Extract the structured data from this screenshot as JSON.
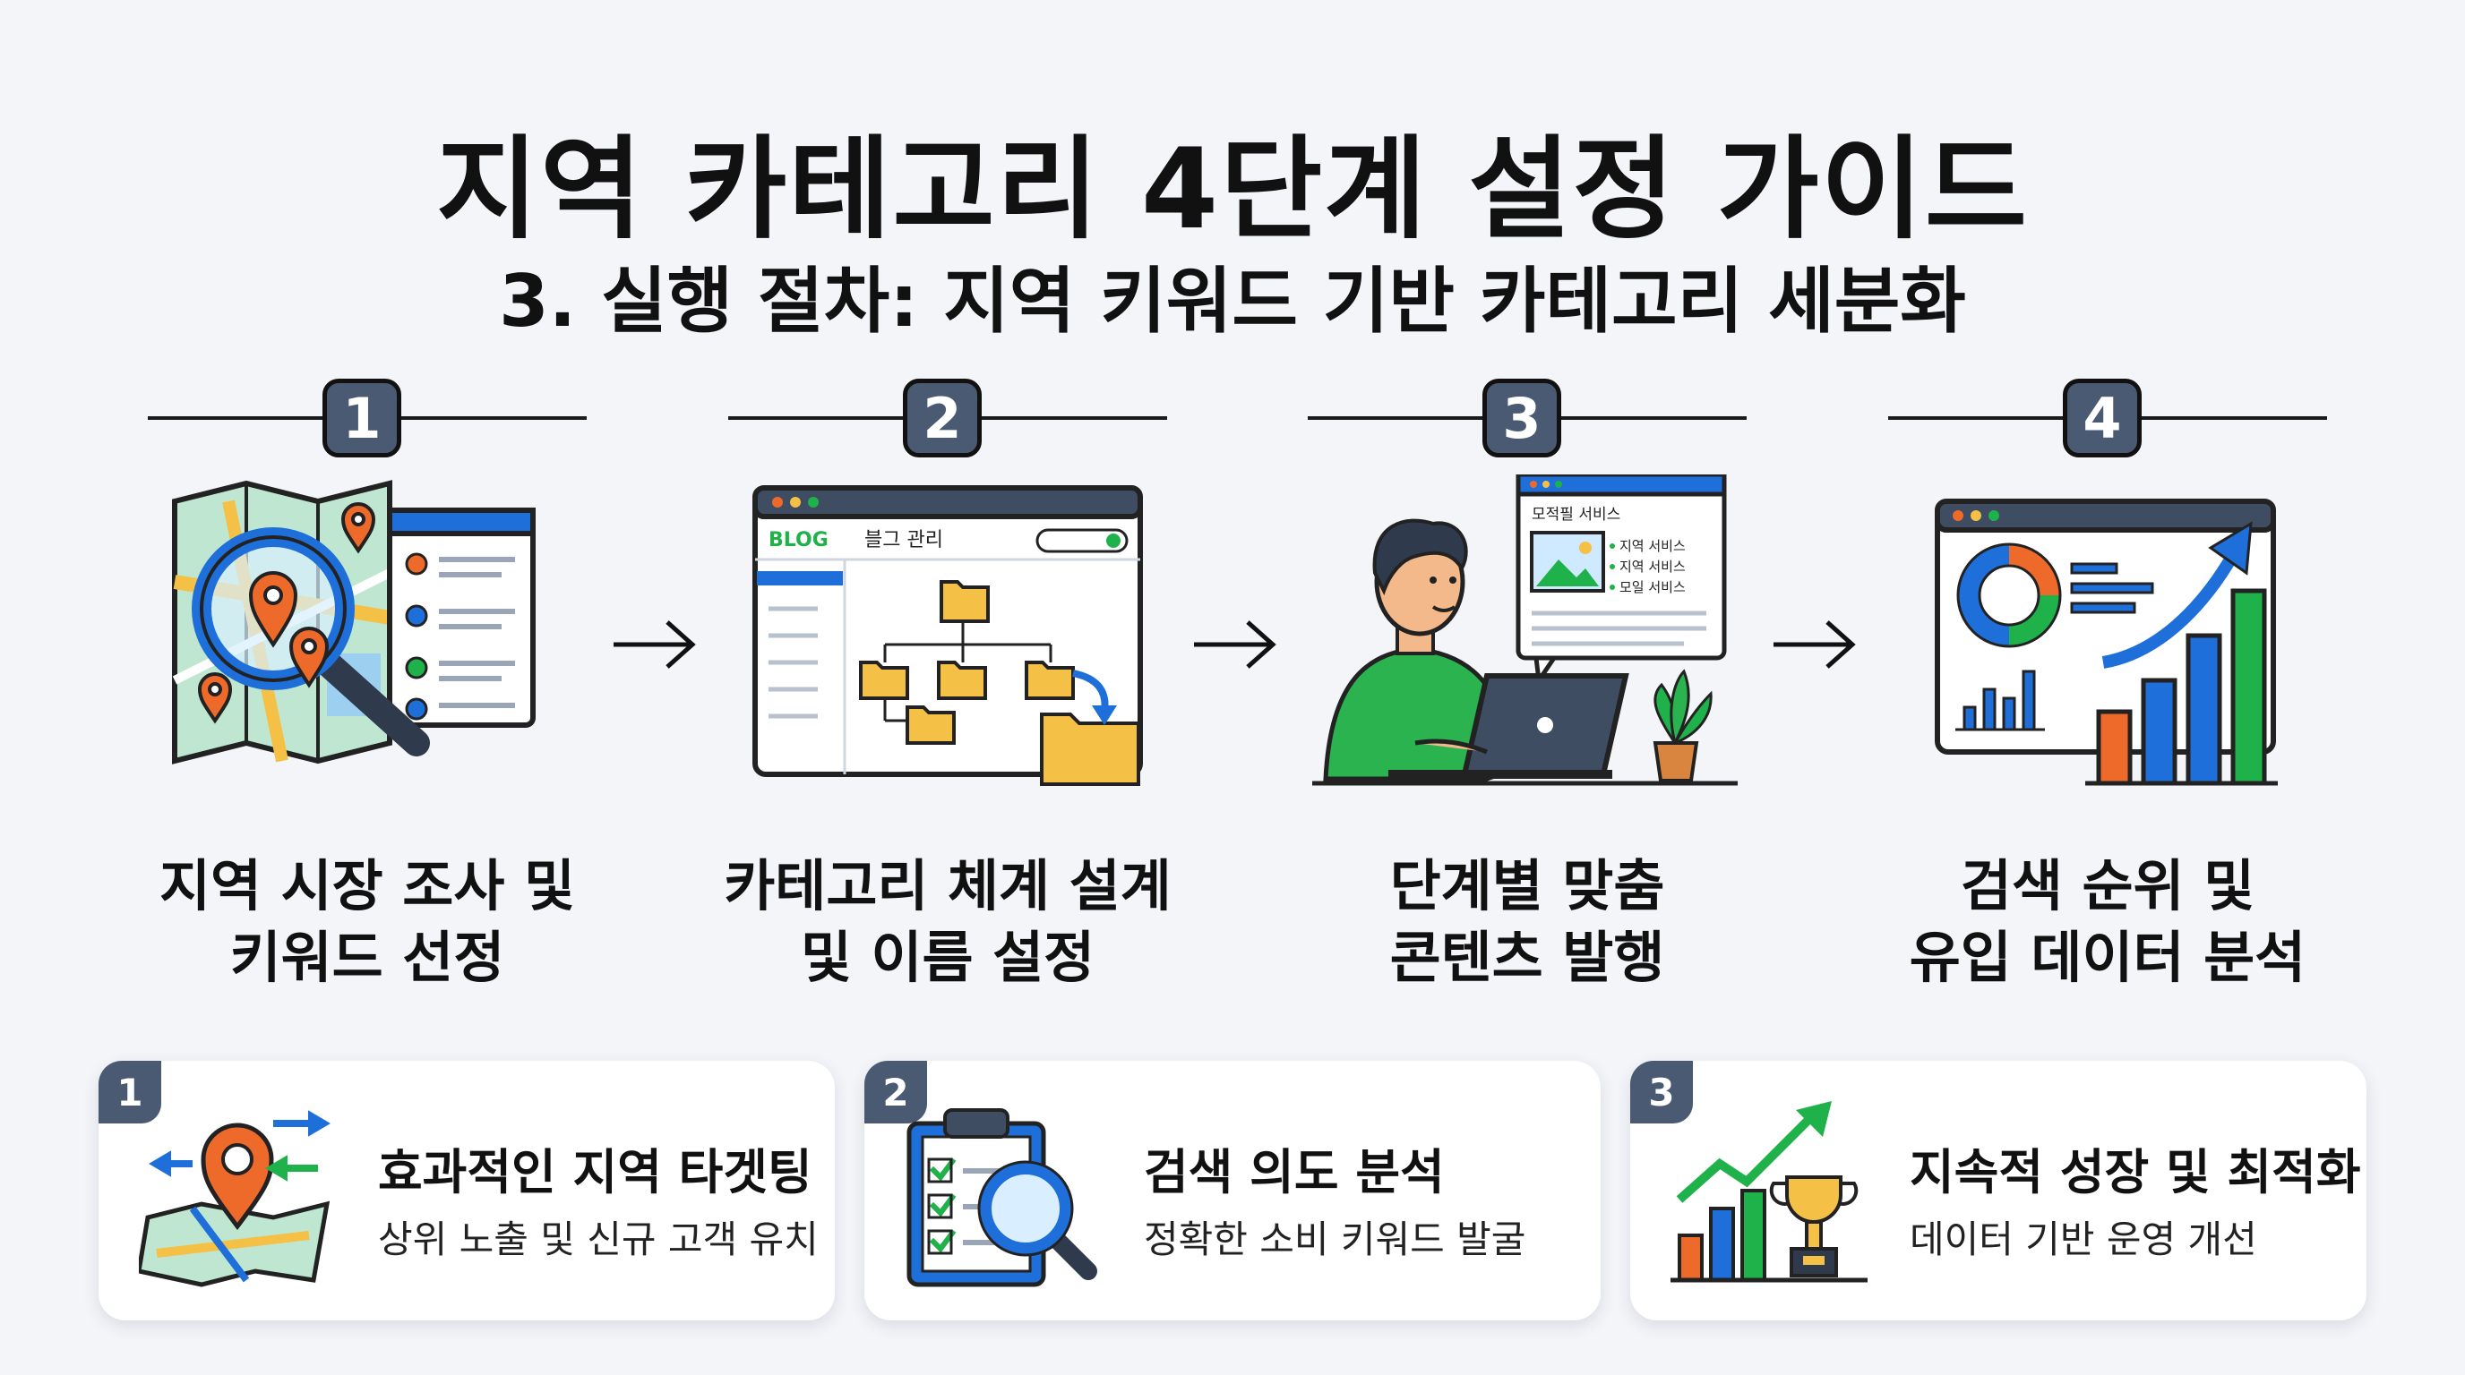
{
  "title": "지역 카테고리 4단계 설정 가이드",
  "subtitle": "3. 실행 절차: 지역 키워드 기반 카테고리 세분화",
  "steps": [
    {
      "number": "1",
      "label_line1": "지역 시장 조사 및",
      "label_line2": "키워드 선정"
    },
    {
      "number": "2",
      "label_line1": "카테고리 체계 설계",
      "label_line2": "및 이름 설정"
    },
    {
      "number": "3",
      "label_line1": "단계별 맞춤",
      "label_line2": "콘텐츠 발행"
    },
    {
      "number": "4",
      "label_line1": "검색 순위 및",
      "label_line2": "유입 데이터 분석"
    }
  ],
  "blog_mockup": {
    "logo": "BLOG",
    "header": "블그 관리"
  },
  "content_mockup": {
    "header": "모적필 서비스",
    "items": [
      "지역 서비스",
      "지역 서비스",
      "모일 서비스"
    ]
  },
  "benefits": [
    {
      "number": "1",
      "title": "효과적인 지역 타겟팅",
      "desc": "상위 노출 및 신규 고객 유치"
    },
    {
      "number": "2",
      "title": "검색 의도 분석",
      "desc": "정확한 소비 키워드 발굴"
    },
    {
      "number": "3",
      "title": "지속적 성장 및 최적화",
      "desc": "데이터 기반 운영 개선"
    }
  ],
  "icons": {
    "step1": "map-magnifier-icon",
    "step2": "folder-tree-icon",
    "step3": "person-laptop-icon",
    "step4": "analytics-dashboard-icon",
    "benefit1": "map-pin-arrows-icon",
    "benefit2": "clipboard-search-icon",
    "benefit3": "growth-trophy-icon",
    "connector": "arrow-right-icon"
  },
  "colors": {
    "badge": "#4a5a72",
    "blue": "#1e6fd9",
    "green": "#1fb14a",
    "orange": "#ee6a2a",
    "folder": "#f5c046"
  }
}
